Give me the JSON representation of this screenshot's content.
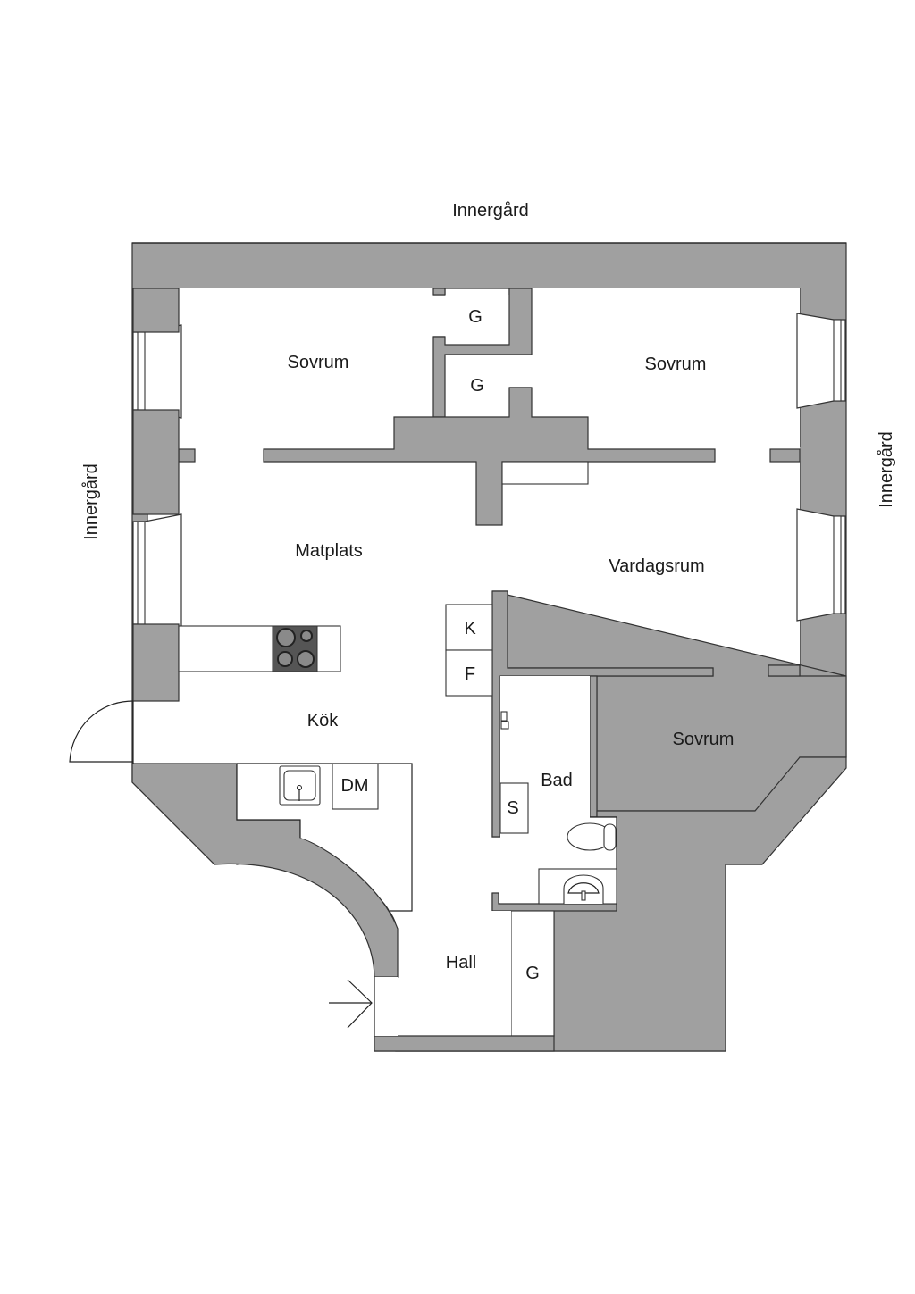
{
  "surroundings": {
    "top": "Innergård",
    "left": "Innergård",
    "right": "Innergård"
  },
  "rooms": {
    "sovrum_nw": "Sovrum",
    "sovrum_ne": "Sovrum",
    "sovrum_se": "Sovrum",
    "matplats": "Matplats",
    "vardagsrum": "Vardagsrum",
    "kok": "Kök",
    "bad": "Bad",
    "hall": "Hall"
  },
  "fixtures": {
    "closet_1": "G",
    "closet_2": "G",
    "closet_hall": "G",
    "fridge": "K",
    "freezer": "F",
    "dishwasher": "DM",
    "washer": "S"
  },
  "colors": {
    "wall": "#a0a0a0",
    "stove": "#555555",
    "burner": "#8a8a8a"
  }
}
